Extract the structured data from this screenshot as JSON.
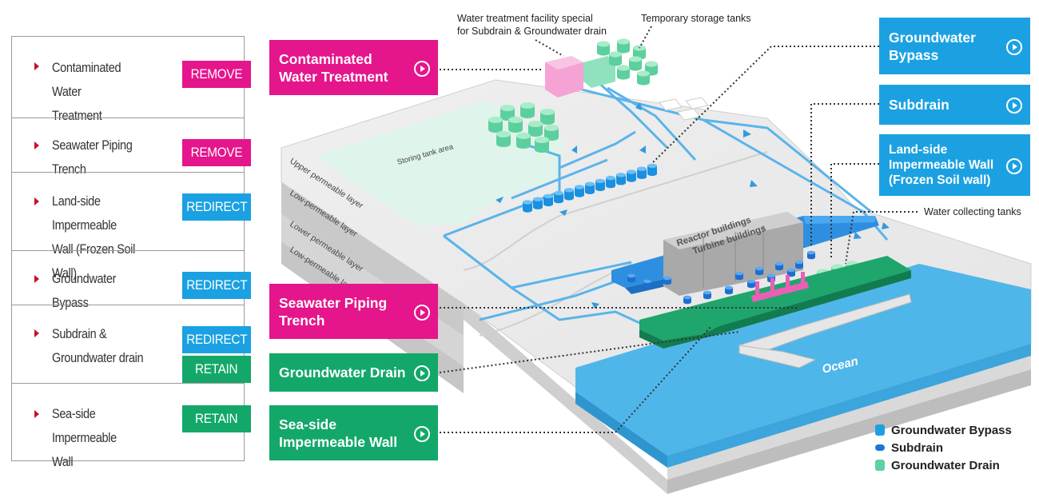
{
  "table": {
    "rows": [
      {
        "label": "Contaminated Water\nTreatment",
        "tags": [
          "REMOVE"
        ]
      },
      {
        "label": "Seawater Piping Trench",
        "tags": [
          "REMOVE"
        ]
      },
      {
        "label": "Land-side Impermeable\nWall (Frozen Soil Wall)",
        "tags": [
          "REDIRECT"
        ]
      },
      {
        "label": "Groundwater Bypass",
        "tags": [
          "REDIRECT"
        ]
      },
      {
        "label": "Subdrain &\nGroundwater drain",
        "tags": [
          "REDIRECT",
          "RETAIN"
        ]
      },
      {
        "label": "Sea-side Impermeable\nWall",
        "tags": [
          "RETAIN"
        ]
      }
    ]
  },
  "callouts": {
    "contaminated_water_treatment": "Contaminated\nWater Treatment",
    "seawater_piping_trench": "Seawater Piping\nTrench",
    "groundwater_drain": "Groundwater Drain",
    "seaside_wall": "Sea-side\nImpermeable Wall",
    "groundwater_bypass": "Groundwater\nBypass",
    "subdrain": "Subdrain",
    "landside_wall": "Land-side\nImpermeable Wall\n(Frozen Soil wall)"
  },
  "notes": {
    "water_treatment_facility": "Water treatment facility special\nfor Subdrain & Groundwater drain",
    "temporary_storage": "Temporary storage tanks",
    "water_collecting": "Water collecting tanks"
  },
  "map_labels": {
    "storing_tank_area": "Storing tank area",
    "ocean": "Ocean",
    "reactor_buildings": "Reactor buildings",
    "turbine_buildings": "Turbine buildings",
    "layers": [
      "Upper permeable layer",
      "Low-permeable layer",
      "Lower permeable layer",
      "Low-permeable layer"
    ]
  },
  "legend": [
    {
      "label": "Groundwater Bypass",
      "color": "#1ba1e2"
    },
    {
      "label": "Subdrain",
      "color": "#1b76d2"
    },
    {
      "label": "Groundwater Drain",
      "color": "#5ed1a0"
    }
  ],
  "colors": {
    "remove": "#e5158b",
    "redirect": "#1ba1e2",
    "retain": "#13a86a",
    "ocean": "#4fb6ea",
    "pipe": "#5ab4ea"
  }
}
